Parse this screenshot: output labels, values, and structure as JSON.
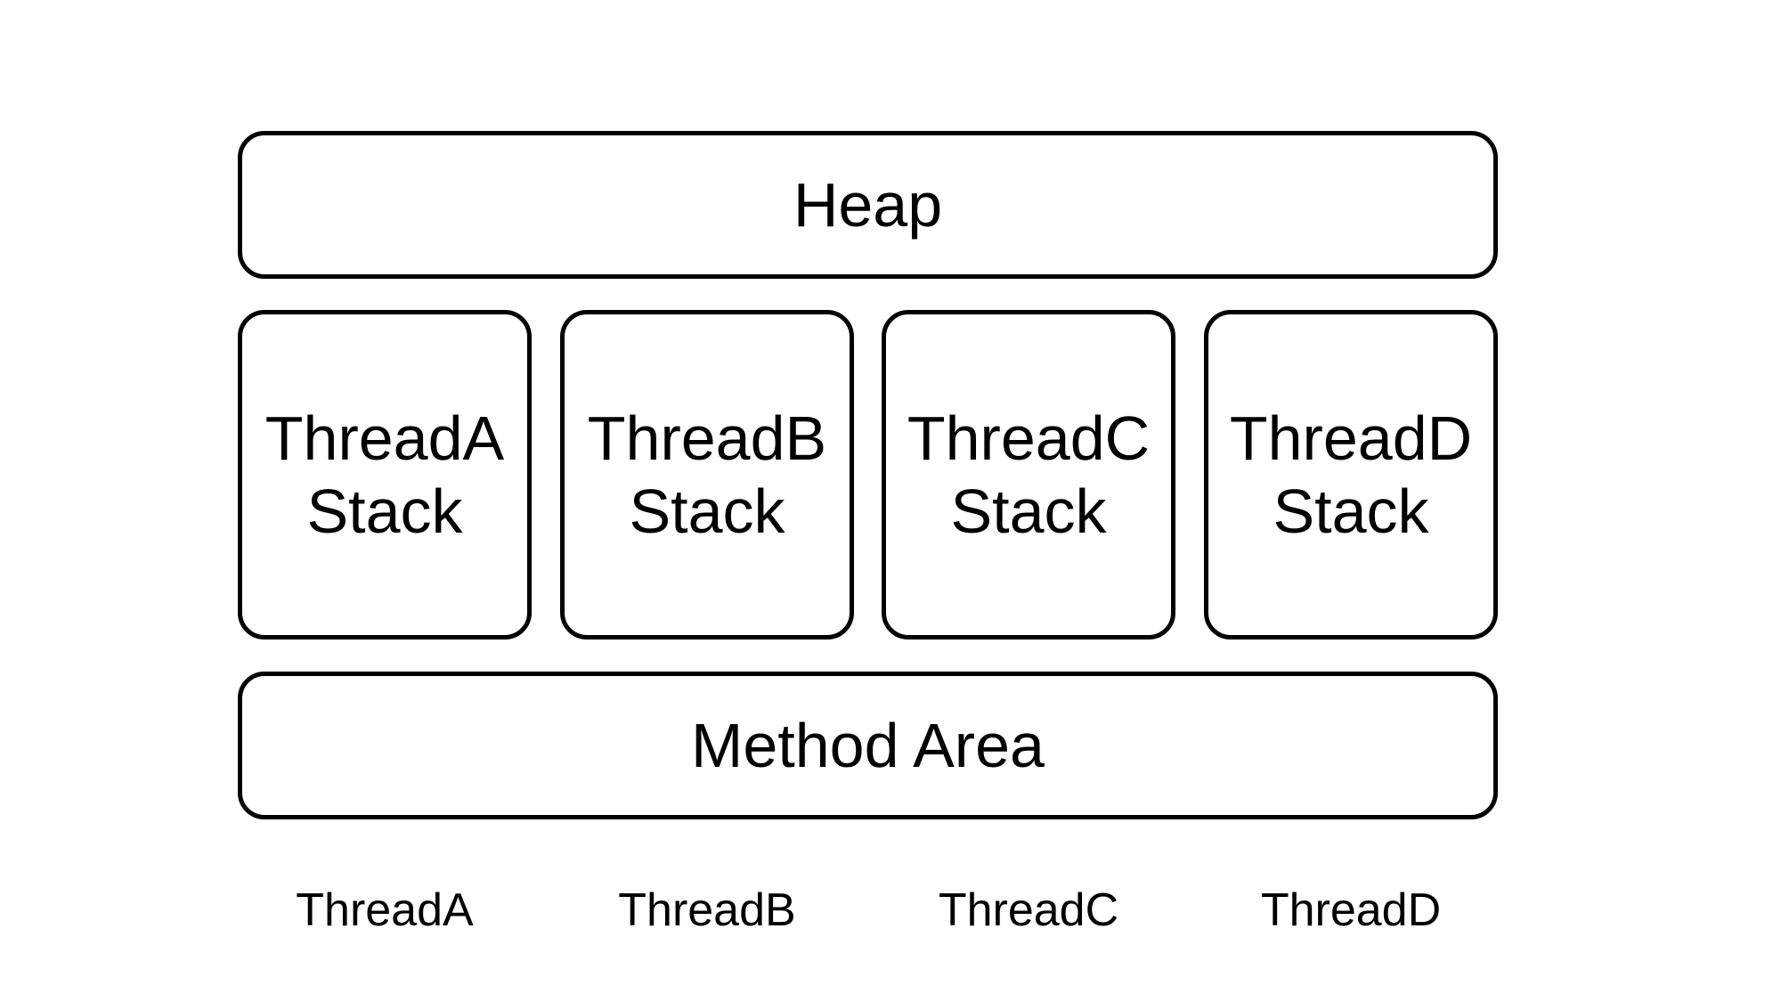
{
  "colors": {
    "background": "#ffffff",
    "stroke": "#000000",
    "text": "#000000"
  },
  "heap": {
    "label": "Heap"
  },
  "stacks": [
    {
      "line1": "ThreadA",
      "line2": "Stack"
    },
    {
      "line1": "ThreadB",
      "line2": "Stack"
    },
    {
      "line1": "ThreadC",
      "line2": "Stack"
    },
    {
      "line1": "ThreadD",
      "line2": "Stack"
    }
  ],
  "method_area": {
    "label": "Method Area"
  },
  "thread_labels": [
    "ThreadA",
    "ThreadB",
    "ThreadC",
    "ThreadD"
  ]
}
